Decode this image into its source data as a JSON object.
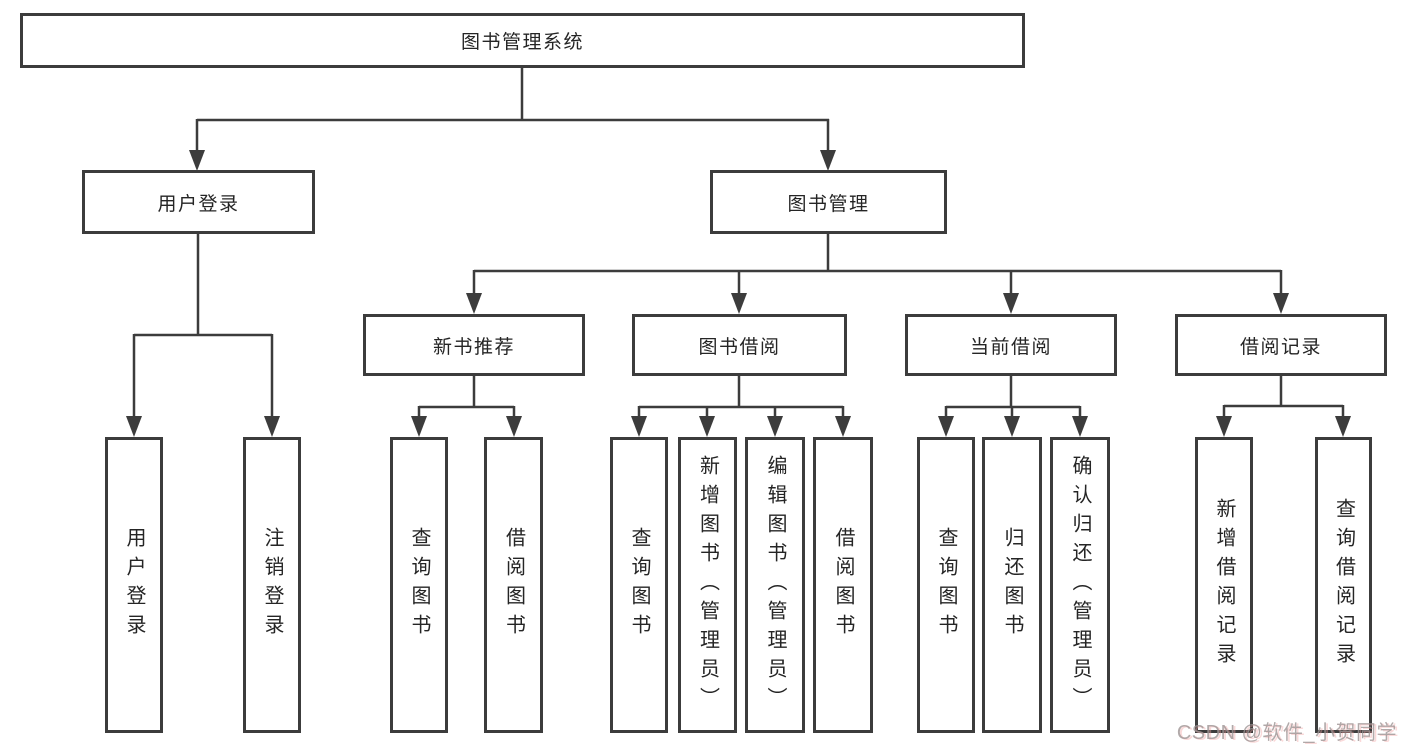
{
  "diagram": {
    "root": {
      "label": "图书管理系统"
    },
    "branches": [
      {
        "label": "用户登录",
        "children": [
          {
            "label": "用户登录"
          },
          {
            "label": "注销登录"
          }
        ]
      },
      {
        "label": "图书管理",
        "children": [
          {
            "label": "新书推荐",
            "children": [
              {
                "label": "查询图书"
              },
              {
                "label": "借阅图书"
              }
            ]
          },
          {
            "label": "图书借阅",
            "children": [
              {
                "label": "查询图书"
              },
              {
                "label": "新增图书（管理员）"
              },
              {
                "label": "编辑图书（管理员）"
              },
              {
                "label": "借阅图书"
              }
            ]
          },
          {
            "label": "当前借阅",
            "children": [
              {
                "label": "查询图书"
              },
              {
                "label": "归还图书"
              },
              {
                "label": "确认归还（管理员）"
              }
            ]
          },
          {
            "label": "借阅记录",
            "children": [
              {
                "label": "新增借阅记录"
              },
              {
                "label": "查询借阅记录"
              }
            ]
          }
        ]
      }
    ]
  },
  "watermark": {
    "text": "CSDN @软件_小贺同学"
  },
  "colors": {
    "line": "#3c3c3c",
    "box_border": "#3c3c3c",
    "box_fill": "#ffffff",
    "text": "#252525",
    "background": "#ffffff",
    "watermark_text": "#9e9494"
  }
}
